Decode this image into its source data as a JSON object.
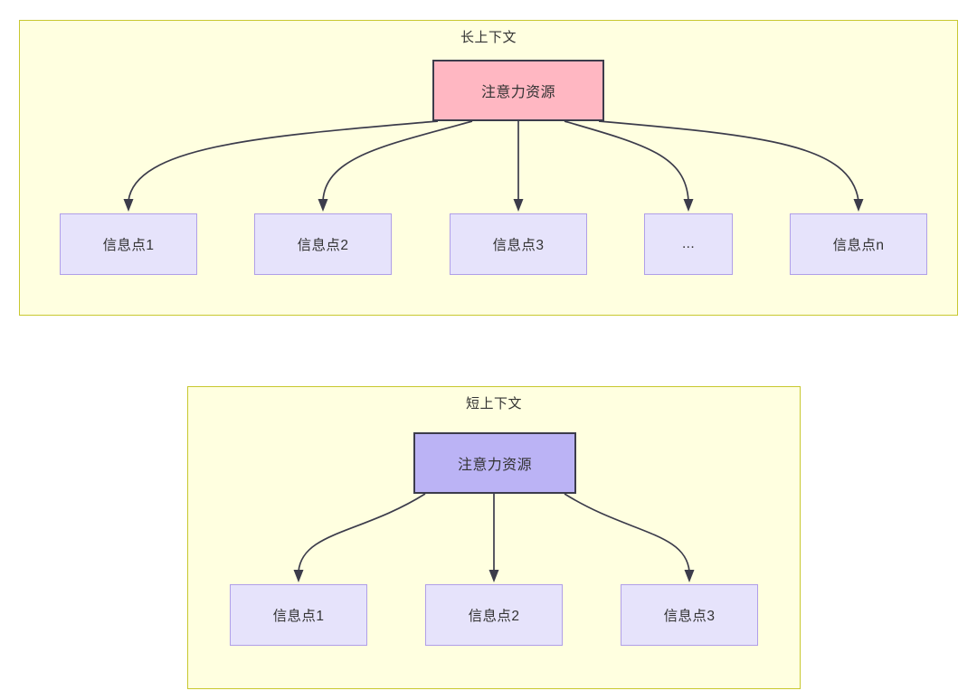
{
  "diagram": {
    "type": "flow-diagram",
    "background_color": "#ffffff",
    "groups": [
      {
        "id": "long-context",
        "title": "长上下文",
        "fill": "#ffffe0",
        "stroke": "#c8c830",
        "root": {
          "label": "注意力资源",
          "fill": "#ffb7c2",
          "stroke": "#3c3c4b"
        },
        "leaves": [
          {
            "label": "信息点1",
            "fill": "#e6e3fb",
            "stroke": "#b09fe8"
          },
          {
            "label": "信息点2",
            "fill": "#e6e3fb",
            "stroke": "#b09fe8"
          },
          {
            "label": "信息点3",
            "fill": "#e6e3fb",
            "stroke": "#b09fe8"
          },
          {
            "label": "...",
            "fill": "#e6e3fb",
            "stroke": "#b09fe8"
          },
          {
            "label": "信息点n",
            "fill": "#e6e3fb",
            "stroke": "#b09fe8"
          }
        ]
      },
      {
        "id": "short-context",
        "title": "短上下文",
        "fill": "#ffffe0",
        "stroke": "#c8c830",
        "root": {
          "label": "注意力资源",
          "fill": "#bbb3f5",
          "stroke": "#3c3c4b"
        },
        "leaves": [
          {
            "label": "信息点1",
            "fill": "#e6e3fb",
            "stroke": "#b09fe8"
          },
          {
            "label": "信息点2",
            "fill": "#e6e3fb",
            "stroke": "#b09fe8"
          },
          {
            "label": "信息点3",
            "fill": "#e6e3fb",
            "stroke": "#b09fe8"
          }
        ]
      }
    ],
    "edge_color": "#3c3c4b"
  }
}
